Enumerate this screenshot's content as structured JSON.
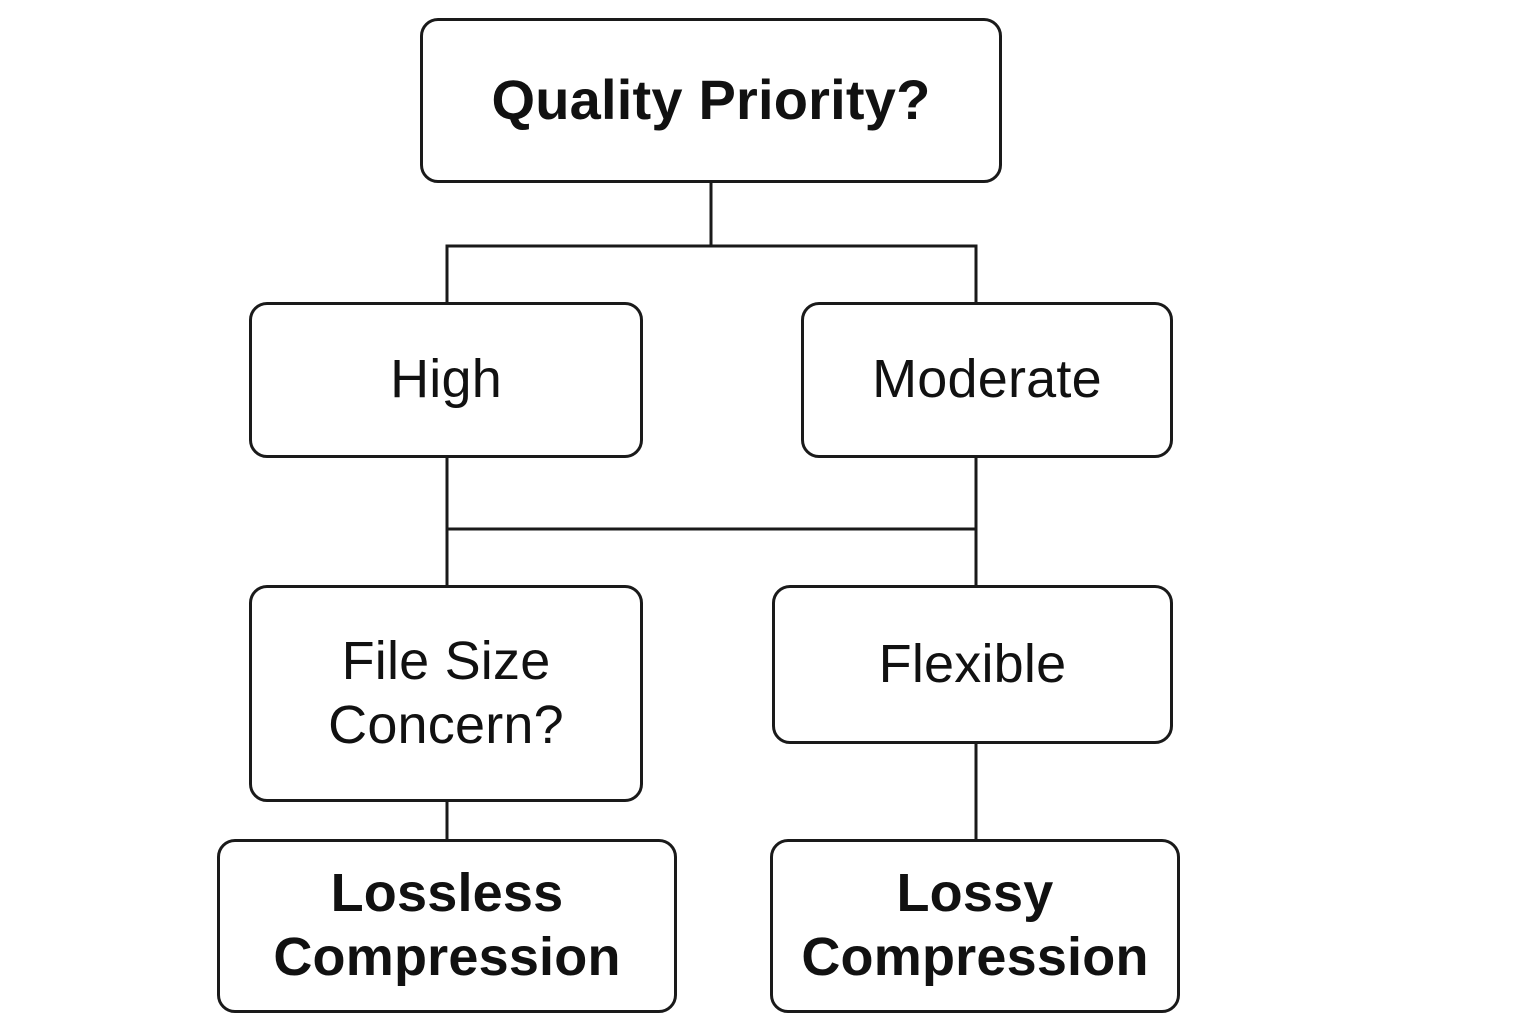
{
  "diagram": {
    "type": "decision-tree",
    "colors": {
      "stroke": "#1a1a1a",
      "background": "#ffffff",
      "text": "#111111"
    },
    "nodes": {
      "quality_priority": {
        "label": "Quality Priority?"
      },
      "high": {
        "label": "High"
      },
      "moderate": {
        "label": "Moderate"
      },
      "file_size_concern": {
        "line1": "File Size",
        "line2": "Concern?"
      },
      "flexible": {
        "label": "Flexible"
      },
      "lossless": {
        "line1": "Lossless",
        "line2": "Compression"
      },
      "lossy": {
        "line1": "Lossy",
        "line2": "Compression"
      }
    },
    "edges": [
      {
        "from": "quality_priority",
        "to": "high"
      },
      {
        "from": "quality_priority",
        "to": "moderate"
      },
      {
        "from": "high",
        "to": "file_size_concern"
      },
      {
        "from": "high",
        "to": "flexible"
      },
      {
        "from": "moderate",
        "to": "file_size_concern"
      },
      {
        "from": "moderate",
        "to": "flexible"
      },
      {
        "from": "file_size_concern",
        "to": "lossless"
      },
      {
        "from": "flexible",
        "to": "lossy"
      }
    ]
  }
}
